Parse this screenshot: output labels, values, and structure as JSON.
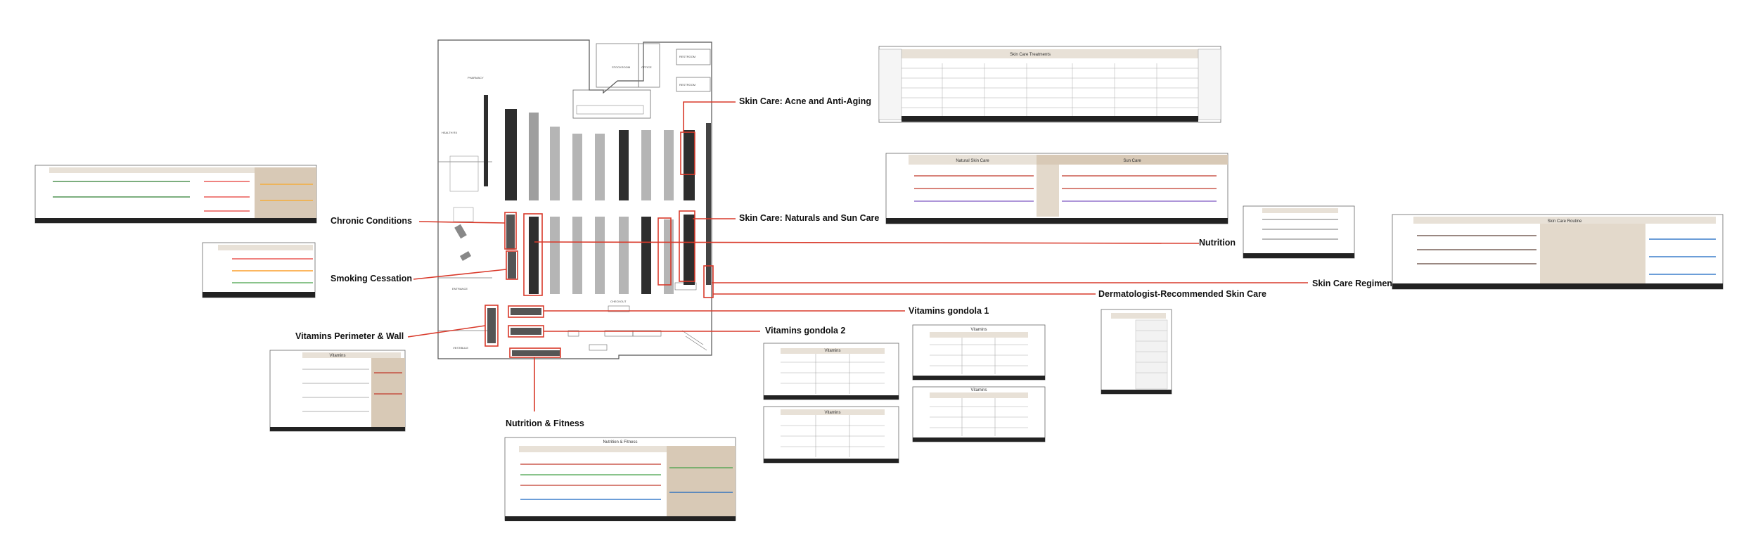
{
  "colors": {
    "callout": "#d93a2b",
    "wall": "#555555",
    "fixture_dark": "#2e2e2e",
    "fixture_light": "#bdbdbd",
    "elevation_header": "#e8e1d7",
    "elevation_beige": "#d8c9b6",
    "base": "#222222"
  },
  "callouts": {
    "acne": "Skin Care: Acne and Anti-Aging",
    "chronic": "Chronic Conditions",
    "naturals": "Skin Care: Naturals and Sun Care",
    "nutrition": "Nutrition",
    "smoking": "Smoking Cessation",
    "regimen": "Skin Care Regimen",
    "derm": "Dermatologist-Recommended Skin Care",
    "vit_g1": "Vitamins gondola 1",
    "vit_wall": "Vitamins Perimeter & Wall",
    "vit_g2": "Vitamins gondola 2",
    "nutrition_fitness": "Nutrition & Fitness"
  },
  "elevations": {
    "skin_treatments": "Skin Care Treatments",
    "natural_skin": "Natural Skin Care",
    "sun_care": "Sun Care",
    "skin_routine": "Skin Care Routine",
    "vitamins": "Vitamins",
    "nutrition_fitness": "Nutrition & Fitness"
  }
}
